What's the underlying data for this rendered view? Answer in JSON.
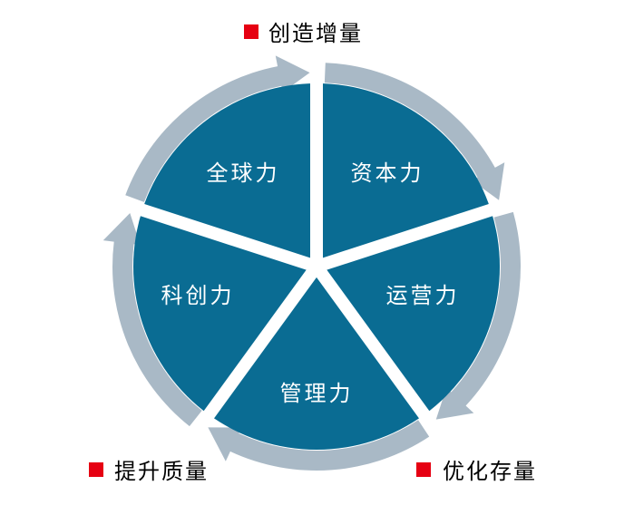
{
  "segments": [
    {
      "label": "资本力"
    },
    {
      "label": "运营力"
    },
    {
      "label": "管理力"
    },
    {
      "label": "科创力"
    },
    {
      "label": "全球力"
    }
  ],
  "captions": {
    "top": "创造增量",
    "bottom_left": "提升质量",
    "bottom_right": "优化存量"
  },
  "colors": {
    "segment_fill": "#0A6C93",
    "arrow_fill": "#A9B9C6",
    "label_text": "#FFFFFF",
    "bullet": "#E60012",
    "caption_text": "#000000"
  }
}
